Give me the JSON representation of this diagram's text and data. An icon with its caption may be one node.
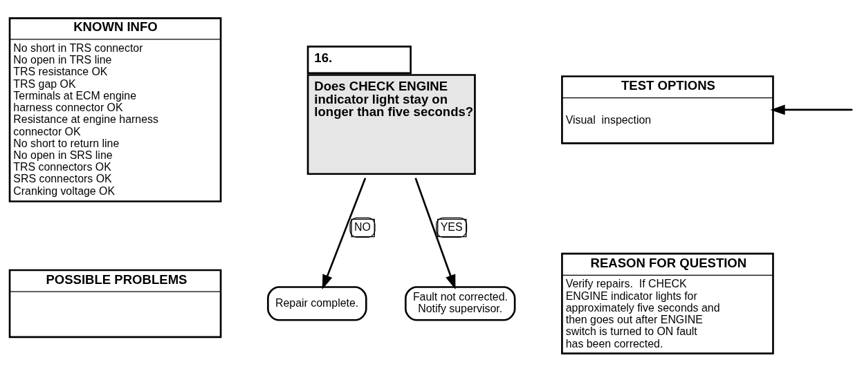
{
  "diagram": {
    "nodes": [
      {
        "text": [
          "KNOWN INFO",
          "No short in TRS connector",
          "No open in TRS line",
          "TRS resistance OK",
          "TRS gap OK",
          "Terminals at ECM engine harness connector OK",
          "Resistance at engine harness connector OK",
          "No short to return line",
          "No open in SRS line",
          "TRS connectors OK",
          "SRS connectors OK",
          "Cranking voltage OK"
        ]
      },
      {
        "text": [
          "POSSIBLE PROBLEMS"
        ]
      },
      {
        "text": [
          "16.",
          "Does CHECK ENGINE indicator light stay on longer than five seconds?"
        ]
      },
      {
        "text": [
          "Repair complete."
        ]
      },
      {
        "text": [
          "Fault not corrected. Notify supervisor."
        ]
      },
      {
        "text": [
          "TEST OPTIONS",
          "Visual  inspection"
        ]
      },
      {
        "text": [
          "REASON FOR QUESTION",
          "Verify repairs.  If CHECK ENGINE indicator lights for approximately five seconds and then goes out after ENGINE switch is turned to ON fault has been corrected."
        ]
      }
    ],
    "edges": [
      {
        "from": 2,
        "to": 3,
        "arrow": "to",
        "label": "NO"
      },
      {
        "from": 2,
        "to": 4,
        "arrow": "to",
        "label": "YES"
      },
      {
        "from": null,
        "to": 5,
        "arrow": "to"
      }
    ]
  }
}
